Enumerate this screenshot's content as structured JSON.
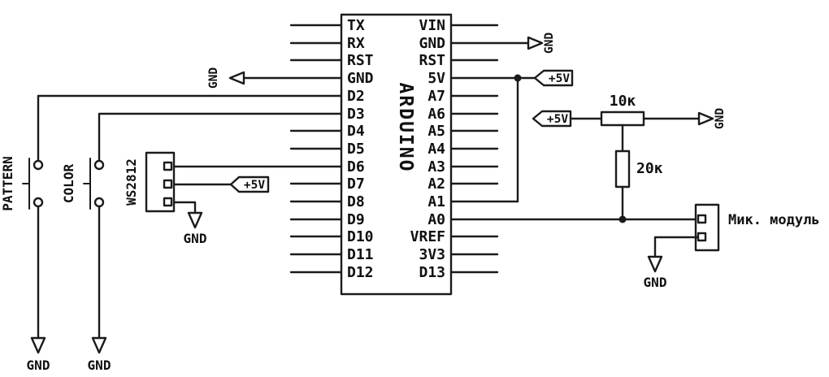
{
  "schematic": {
    "arduino": {
      "label": "ARDUINO",
      "left_pins": [
        "TX",
        "RX",
        "RST",
        "GND",
        "D2",
        "D3",
        "D4",
        "D5",
        "D6",
        "D7",
        "D8",
        "D9",
        "D10",
        "D11",
        "D12"
      ],
      "right_pins": [
        "VIN",
        "GND",
        "RST",
        "5V",
        "A7",
        "A6",
        "A5",
        "A4",
        "A3",
        "A2",
        "A1",
        "A0",
        "VREF",
        "3V3",
        "D13"
      ]
    },
    "buttons": [
      {
        "label": "PATTERN"
      },
      {
        "label": "COLOR"
      }
    ],
    "ws2812": {
      "label": "WS2812"
    },
    "mic_module": {
      "label": "Мик. модуль"
    },
    "resistors": [
      {
        "value": "10к"
      },
      {
        "value": "20к"
      }
    ],
    "power": {
      "plus5v": "+5V",
      "gnd": "GND"
    },
    "colors": {
      "ink": "#1b1b1b",
      "background": "#ffffff"
    }
  }
}
